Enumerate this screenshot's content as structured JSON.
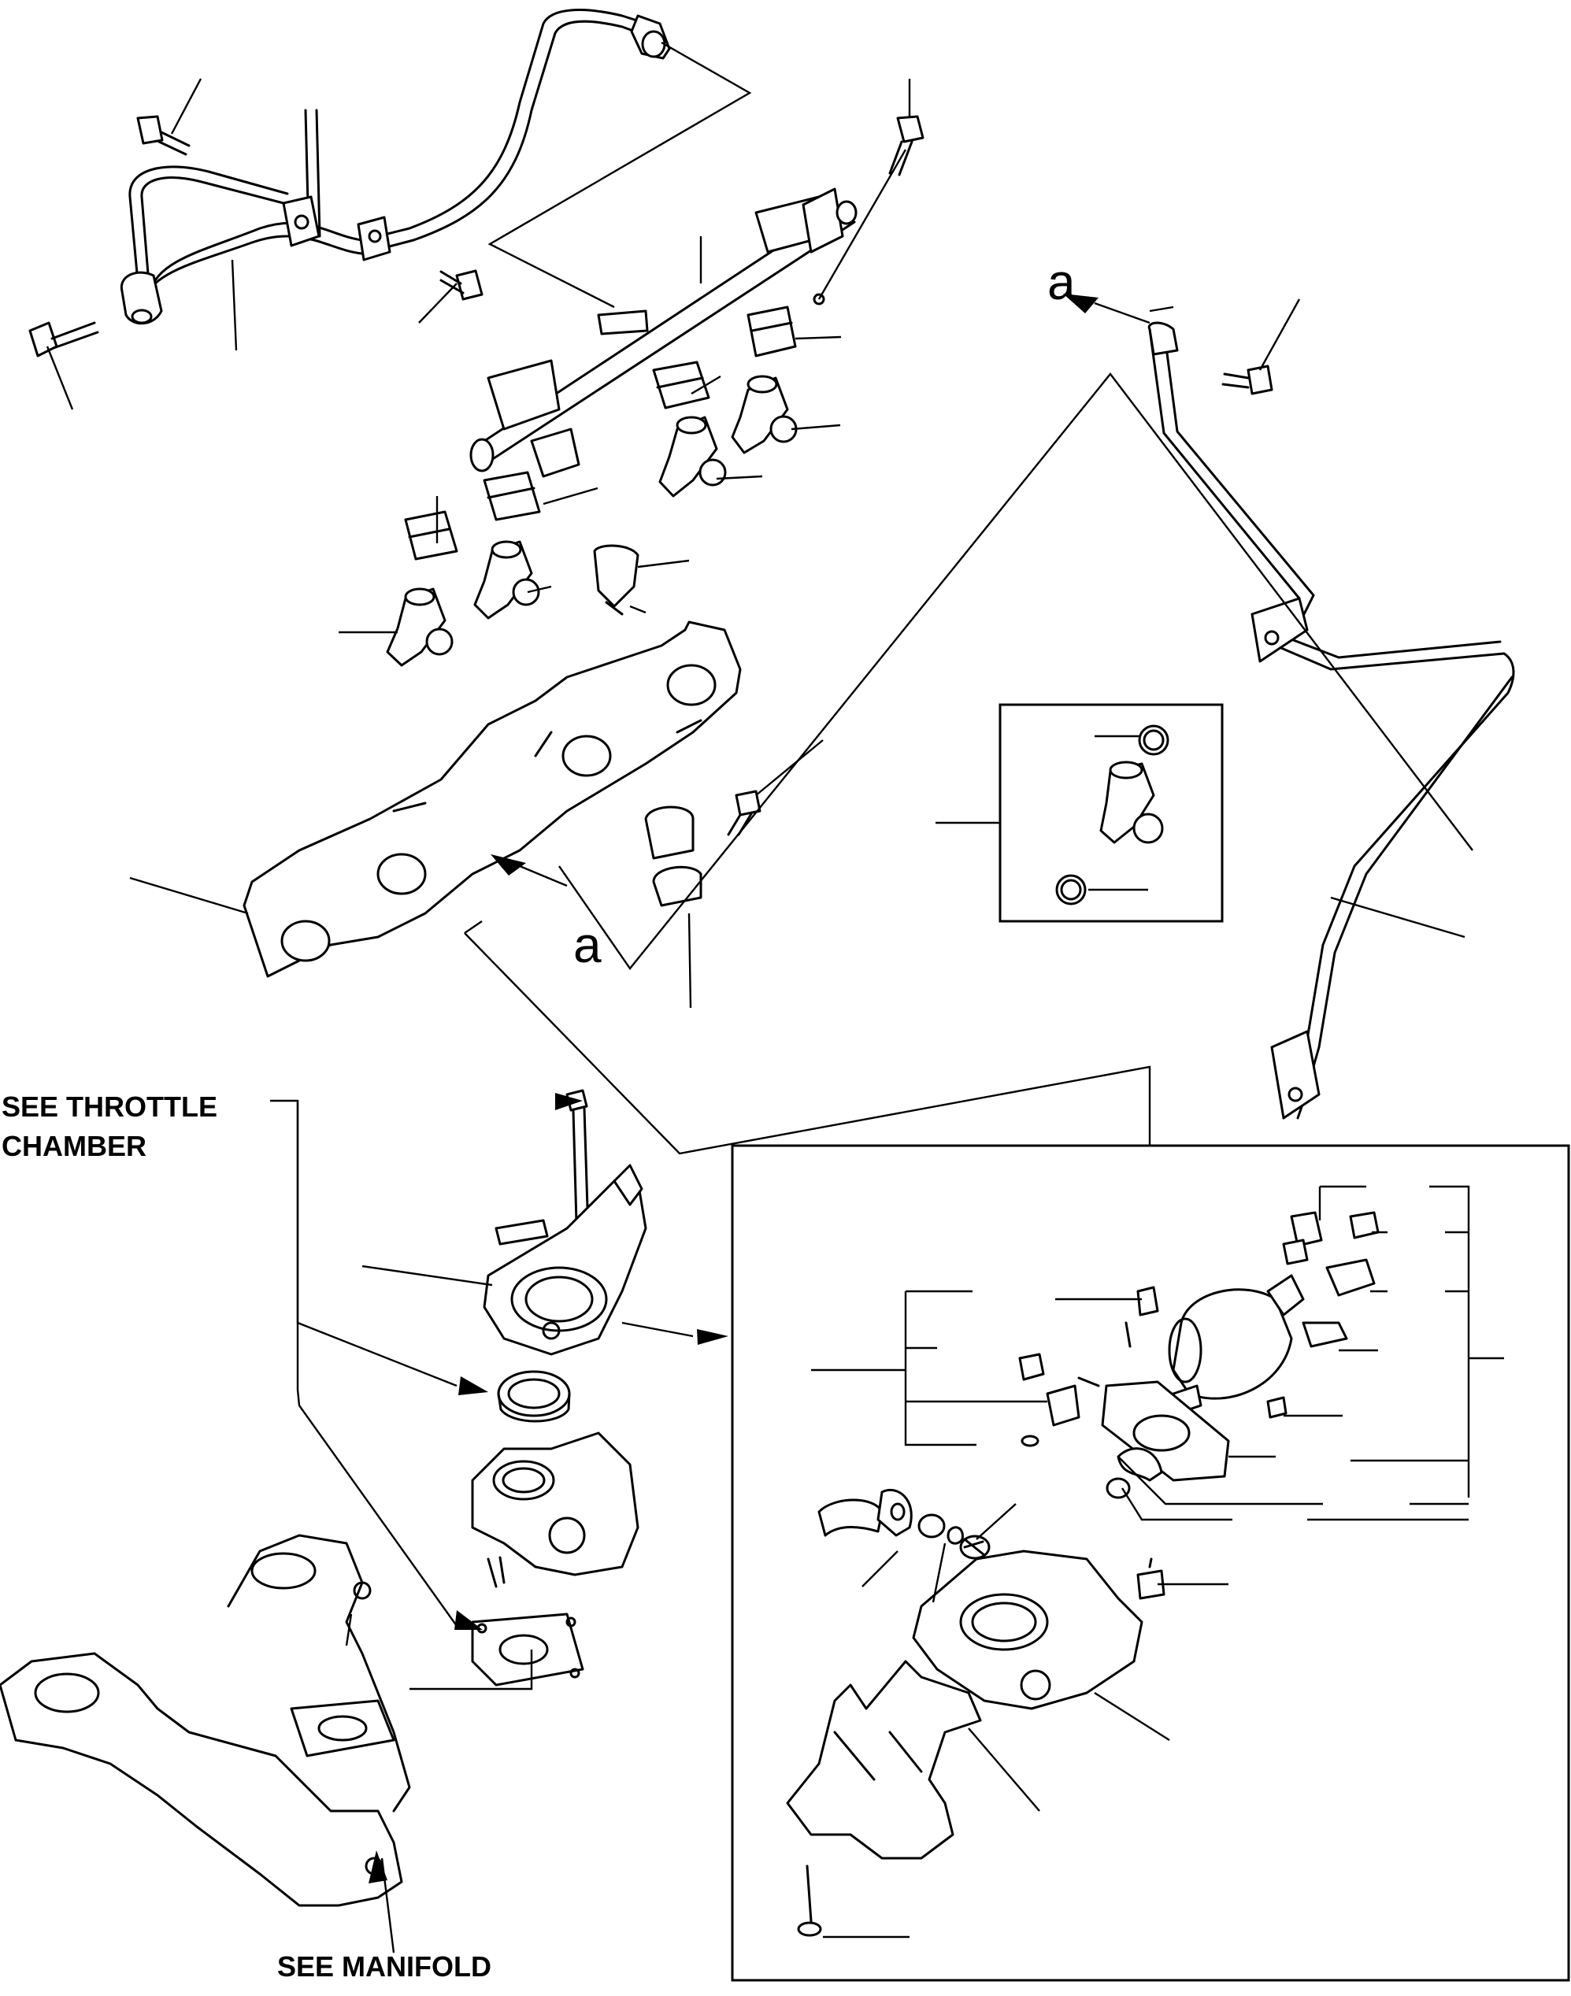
{
  "labels": {
    "see_throttle_chamber_line1": "SEE THROTTLE",
    "see_throttle_chamber_line2": "CHAMBER",
    "see_manifold": "SEE MANIFOLD",
    "ref_a_upper": "a",
    "ref_a_lower": "a"
  }
}
